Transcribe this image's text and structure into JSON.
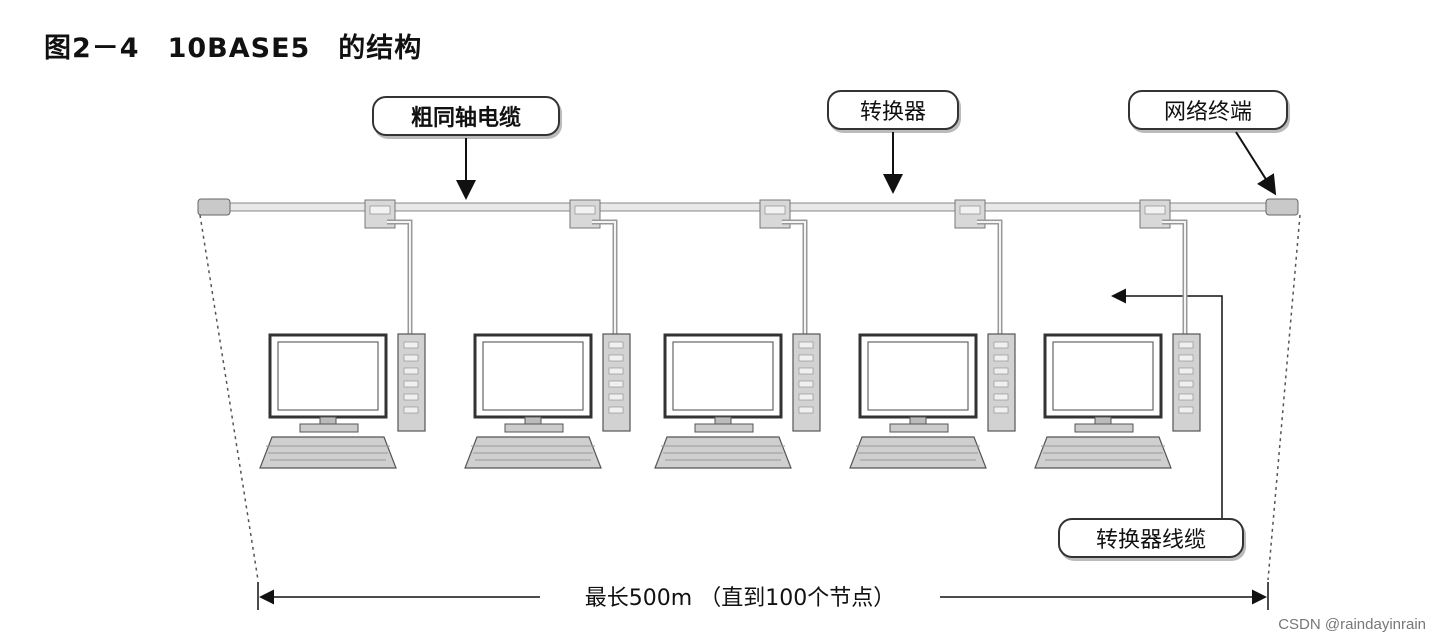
{
  "figure": {
    "title": "图2－4　10BASE5　的结构"
  },
  "labels": {
    "coax": "粗同轴电缆",
    "transceiver": "转换器",
    "terminator": "网络终端",
    "transceiver_cable": "转换器线缆",
    "max_length": "最长500m （直到100个节点）"
  },
  "watermark": "CSDN @raindayinrain",
  "computers": [
    {
      "id": 1
    },
    {
      "id": 2
    },
    {
      "id": 3
    },
    {
      "id": 4
    },
    {
      "id": 5
    }
  ]
}
